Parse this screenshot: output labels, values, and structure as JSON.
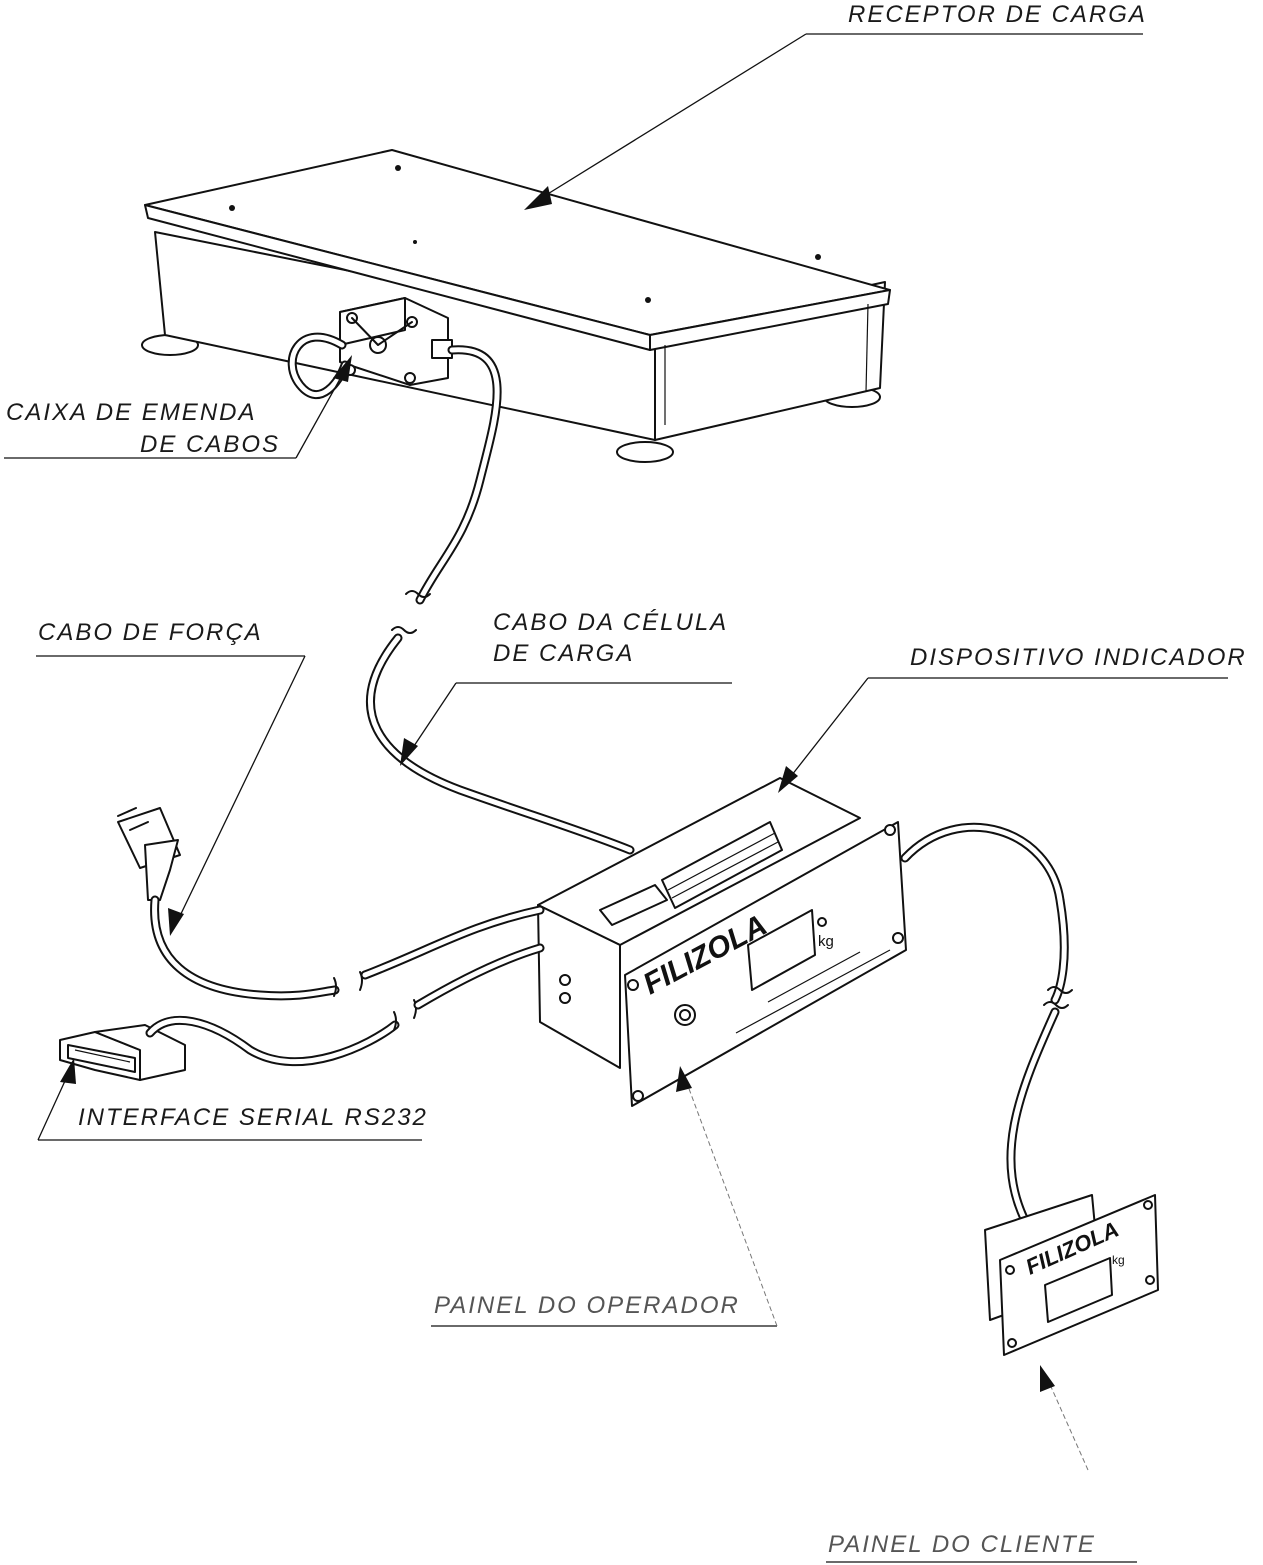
{
  "labels": {
    "receptor": "RECEPTOR DE CARGA",
    "caixa_line1": "CAIXA DE EMENDA",
    "caixa_line2": "DE CABOS",
    "cabo_forca": "CABO DE FORÇA",
    "cabo_celula_line1": "CABO DA CÉLULA",
    "cabo_celula_line2": "DE CARGA",
    "dispositivo": "DISPOSITIVO INDICADOR",
    "interface": "INTERFACE SERIAL RS232",
    "painel_operador": "PAINEL DO OPERADOR",
    "painel_cliente": "PAINEL DO CLIENTE"
  },
  "device": {
    "brand": "FILIZOLA",
    "unit": "kg"
  },
  "colors": {
    "ink": "#111111",
    "paper": "#ffffff"
  }
}
